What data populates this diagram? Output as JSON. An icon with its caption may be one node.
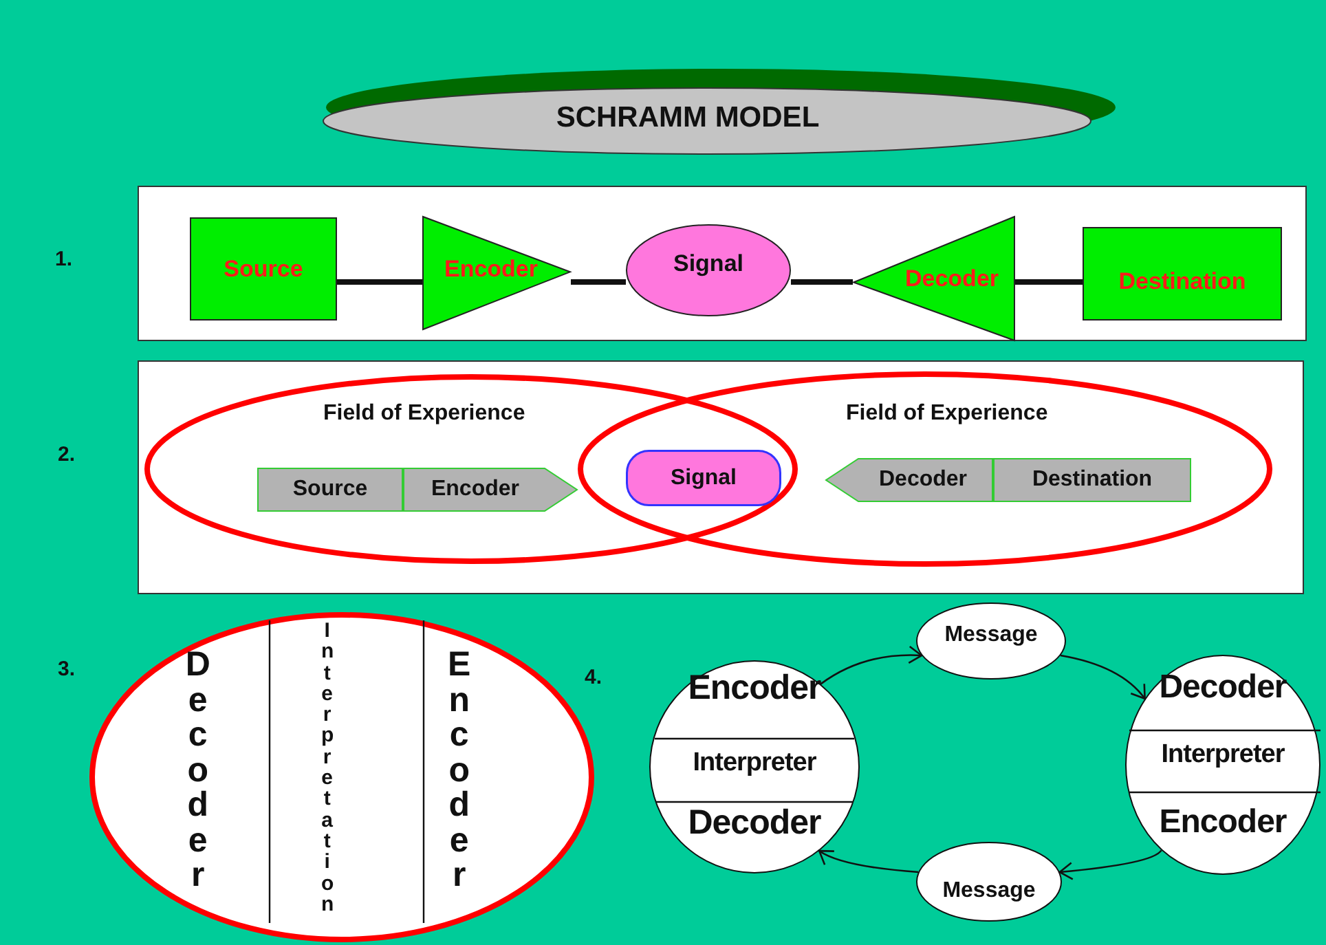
{
  "diagram": {
    "title": "SCHRAMM MODEL",
    "nodes": [
      {
        "text": [],
        "shape": "box"
      },
      {
        "text": [
          "Source"
        ],
        "in": 0
      },
      {
        "text": [
          "Encoder"
        ],
        "in": 0
      },
      {
        "text": [
          "Signal"
        ],
        "in": 0
      },
      {
        "text": [
          "Decoder"
        ],
        "in": 0
      },
      {
        "text": [
          "Destination"
        ],
        "in": 0
      },
      {
        "text": [],
        "shape": "box"
      },
      {
        "text": [
          "Field of Experience"
        ],
        "in": 6
      },
      {
        "text": [
          "Field of Experience"
        ],
        "in": 6
      },
      {
        "text": [
          "Source"
        ],
        "in": 7
      },
      {
        "text": [
          "Encoder"
        ],
        "in": 7
      },
      {
        "text": [
          "Signal"
        ]
      },
      {
        "text": [
          "Decoder"
        ],
        "in": 8
      },
      {
        "text": [
          "Destination"
        ],
        "in": 8
      },
      {
        "text": [
          "Decoder",
          "Interpretation",
          "Encoder"
        ]
      },
      {
        "text": [
          "Encoder",
          "Interpreter",
          "Decoder"
        ]
      },
      {
        "text": [
          "Message"
        ]
      },
      {
        "text": [
          "Decoder",
          "Interpreter",
          "Encoder"
        ]
      },
      {
        "text": [
          "Message"
        ]
      }
    ],
    "edges": [
      {
        "from": 1,
        "to": 2,
        "arrow": "none",
        "style": "thick"
      },
      {
        "from": 2,
        "to": 3,
        "arrow": "none",
        "style": "thick"
      },
      {
        "from": 3,
        "to": 4,
        "arrow": "none",
        "style": "thick"
      },
      {
        "from": 4,
        "to": 5,
        "arrow": "none",
        "style": "thick"
      },
      {
        "from": 15,
        "to": 16,
        "arrow": "to"
      },
      {
        "from": 16,
        "to": 17,
        "arrow": "to"
      },
      {
        "from": 17,
        "to": 18,
        "arrow": "to"
      },
      {
        "from": 18,
        "to": 15,
        "arrow": "to"
      }
    ],
    "labels": [
      "1.",
      "2.",
      "3.",
      "4."
    ]
  }
}
